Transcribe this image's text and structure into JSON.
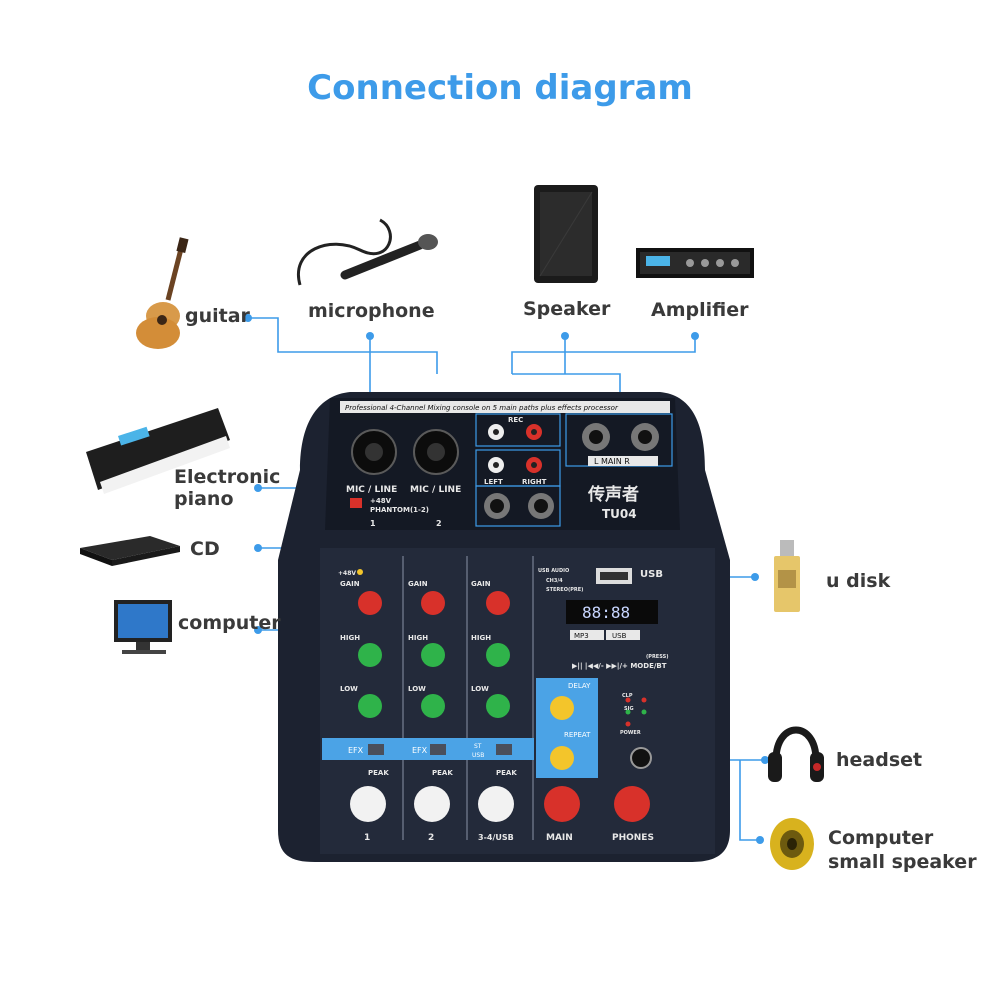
{
  "title": "Connection diagram",
  "colors": {
    "accent": "#3d9be9",
    "mixer_body": "#1c2230",
    "knob_red": "#d8312a",
    "knob_green": "#2fb34a",
    "knob_yellow": "#f3c52b",
    "knob_white": "#f2f2f2"
  },
  "inputs": {
    "guitar": "guitar",
    "microphone": "microphone",
    "piano_line1": "Electronic",
    "piano_line2": "piano",
    "cd": "CD",
    "computer": "computer"
  },
  "outputs": {
    "speaker": "Speaker",
    "amplifier": "Amplifier",
    "udisk": "u disk",
    "headset": "headset",
    "small_speaker_line1": "Computer",
    "small_speaker_line2": "small speaker"
  },
  "mixer": {
    "banner": "Professional 4-Channel Mixing console on 5 main paths plus effects processor",
    "brand": "传声者",
    "model": "TU04",
    "rec": "REC",
    "main_lr": "L  MAIN  R",
    "left": "LEFT",
    "right": "RIGHT",
    "mic_line": "MIC / LINE",
    "phantom_line1": "+48V",
    "phantom_line2": "PHANTOM(1-2)",
    "ch1": "1",
    "ch2": "2",
    "plus48v": "+48V",
    "gain": "GAIN",
    "high": "HIGH",
    "low": "LOW",
    "efx": "EFX",
    "st": "ST",
    "usb": "USB",
    "peak": "PEAK",
    "ch34usb": "3-4/USB",
    "main": "MAIN",
    "phones": "PHONES",
    "usb_audio": "USB AUDIO",
    "ch34": "CH3/4",
    "stereo_pre": "STEREO(PRE)",
    "usb_label": "USB",
    "lcd": "88:88",
    "mp3": "MP3",
    "usb_badge": "USB",
    "controls": "▶||  |◀◀/-  ▶▶|/+  MODE/BT",
    "press": "(PRESS)",
    "delay": "DELAY",
    "repeat": "REPEAT",
    "clip": "CLP",
    "sig": "SIG",
    "power": "POWER"
  }
}
